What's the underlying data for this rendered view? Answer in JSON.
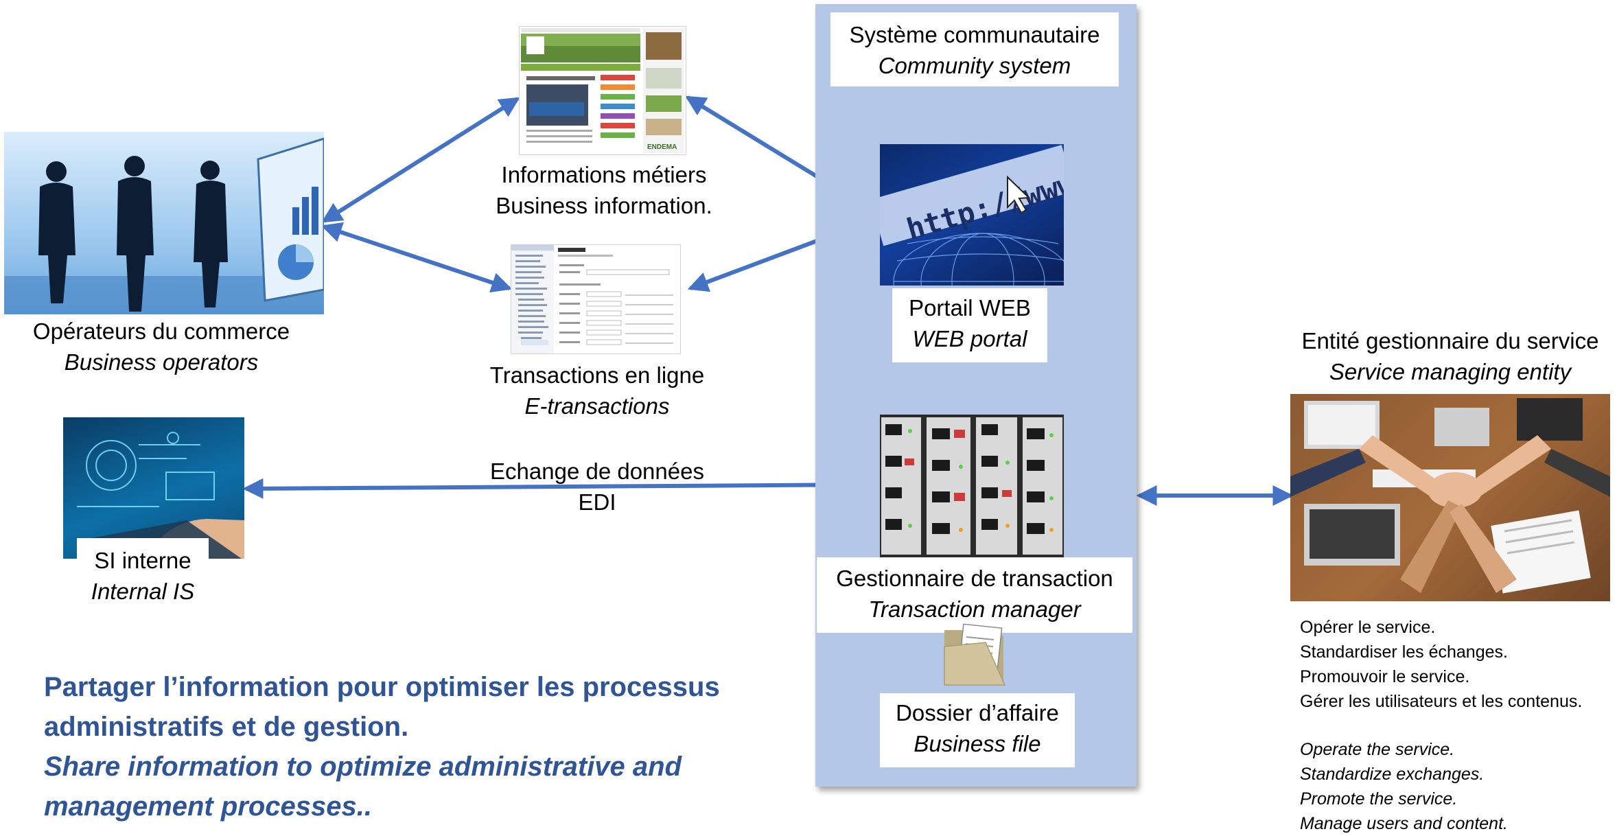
{
  "community_system": {
    "fr": "Système communautaire",
    "en": "Community system"
  },
  "business_operators": {
    "fr": "Opérateurs du commerce",
    "en": "Business operators"
  },
  "business_information": {
    "line1": "Informations métiers",
    "line2": "Business information."
  },
  "e_transactions": {
    "fr": "Transactions en ligne",
    "en": "E-transactions"
  },
  "edi": {
    "line1": "Echange de données",
    "line2": "EDI"
  },
  "internal_is": {
    "fr": "SI interne",
    "en": "Internal IS"
  },
  "web_portal": {
    "fr": "Portail WEB",
    "en": "WEB portal",
    "url_text": "http://www"
  },
  "transaction_manager": {
    "fr": "Gestionnaire de transaction",
    "en": "Transaction manager"
  },
  "business_file": {
    "fr": "Dossier d’affaire",
    "en": "Business file"
  },
  "service_entity": {
    "fr": "Entité gestionnaire du service",
    "en": "Service managing entity"
  },
  "tagline": {
    "fr_line1": "Partager l’information pour optimiser les processus",
    "fr_line2": "administratifs et de gestion.",
    "en_line1": "Share information to optimize administrative and",
    "en_line2": "management processes.."
  },
  "tasks_fr": [
    "Opérer le service.",
    "Standardiser les échanges.",
    "Promouvoir le service.",
    "Gérer les utilisateurs et les contenus."
  ],
  "tasks_en": [
    "Operate the service.",
    "Standardize exchanges.",
    "Promote the service.",
    "Manage users and content."
  ],
  "website_thumb": {
    "badge": "ENDEMA"
  },
  "colors": {
    "arrow": "#4472c4",
    "panel": "#b4c7e7",
    "tagline": "#2f5597"
  }
}
